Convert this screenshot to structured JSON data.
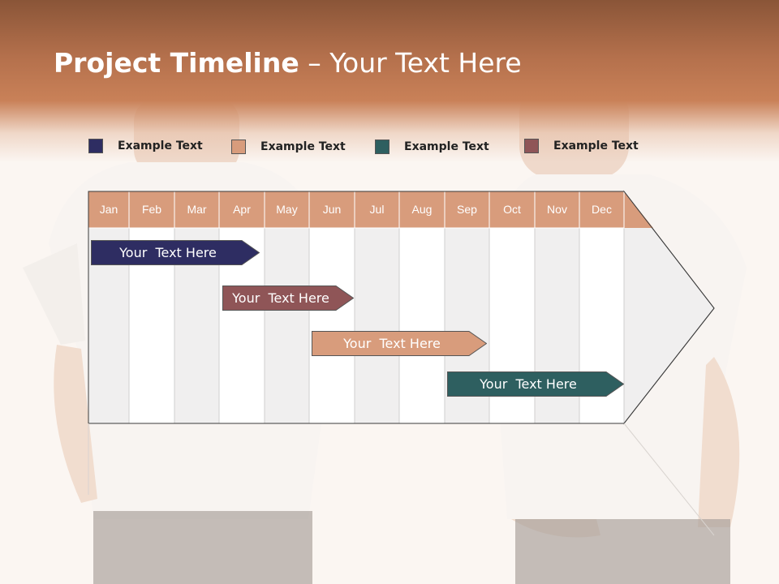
{
  "slide": {
    "title_bold": "Project Timeline",
    "title_rest": " – Your Text Here"
  },
  "legend": [
    {
      "label": "Example Text",
      "color": "#2e2d62"
    },
    {
      "label": "Example Text",
      "color": "#d89c7c"
    },
    {
      "label": "Example Text",
      "color": "#2e5f60"
    },
    {
      "label": "Example Text",
      "color": "#8f5557"
    }
  ],
  "months": [
    "Jan",
    "Feb",
    "Mar",
    "Apr",
    "May",
    "Jun",
    "Jul",
    "Aug",
    "Sep",
    "Oct",
    "Nov",
    "Dec"
  ],
  "tasks": [
    {
      "label": "Your  Text Here",
      "start": "Jan",
      "end": "Apr",
      "color": "#2e2d62"
    },
    {
      "label": "Your  Text Here",
      "start": "Apr",
      "end": "Jun",
      "color": "#8f5557"
    },
    {
      "label": "Your  Text Here",
      "start": "Jun",
      "end": "Sep",
      "color": "#d89c7c"
    },
    {
      "label": "Your  Text Here",
      "start": "Sep",
      "end": "Dec",
      "color": "#2e5f60"
    }
  ],
  "colors": {
    "header": "#c98158",
    "month_header": "#d89c7c",
    "column_shade": "#f0efef",
    "column_plain": "#ffffff"
  }
}
